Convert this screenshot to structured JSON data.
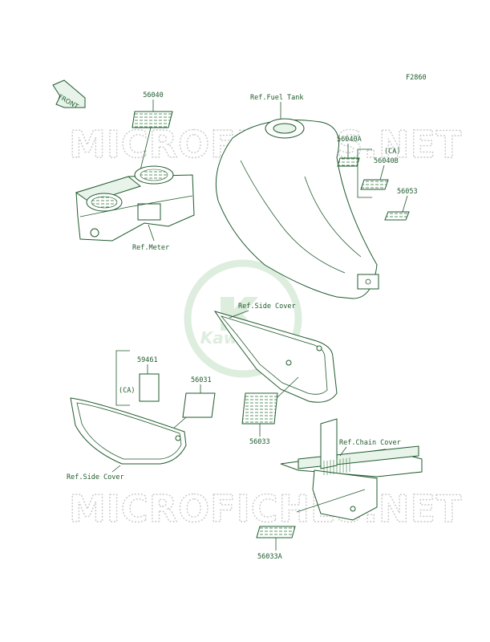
{
  "diagram": {
    "code": "F2860",
    "front_label": "FRONT",
    "watermark_text": "MICROFICHES.NET",
    "logo_text": "Kawasaki",
    "colors": {
      "line": "#1f5a2c",
      "fill": "#e8f4ea",
      "watermark": "#c9c9c9"
    },
    "labels": {
      "p56040": "56040",
      "ref_meter": "Ref.Meter",
      "ref_fuel_tank": "Ref.Fuel Tank",
      "p56040a": "56040A",
      "ca_top": "(CA)",
      "p56040b": "56040B",
      "p56053": "56053",
      "ref_side_cover_right": "Ref.Side Cover",
      "p59461": "59461",
      "ca_left": "(CA)",
      "p56031": "56031",
      "p56033": "56033",
      "ref_side_cover_left": "Ref.Side Cover",
      "ref_chain_cover": "Ref.Chain Cover",
      "p56033a": "56033A"
    }
  }
}
